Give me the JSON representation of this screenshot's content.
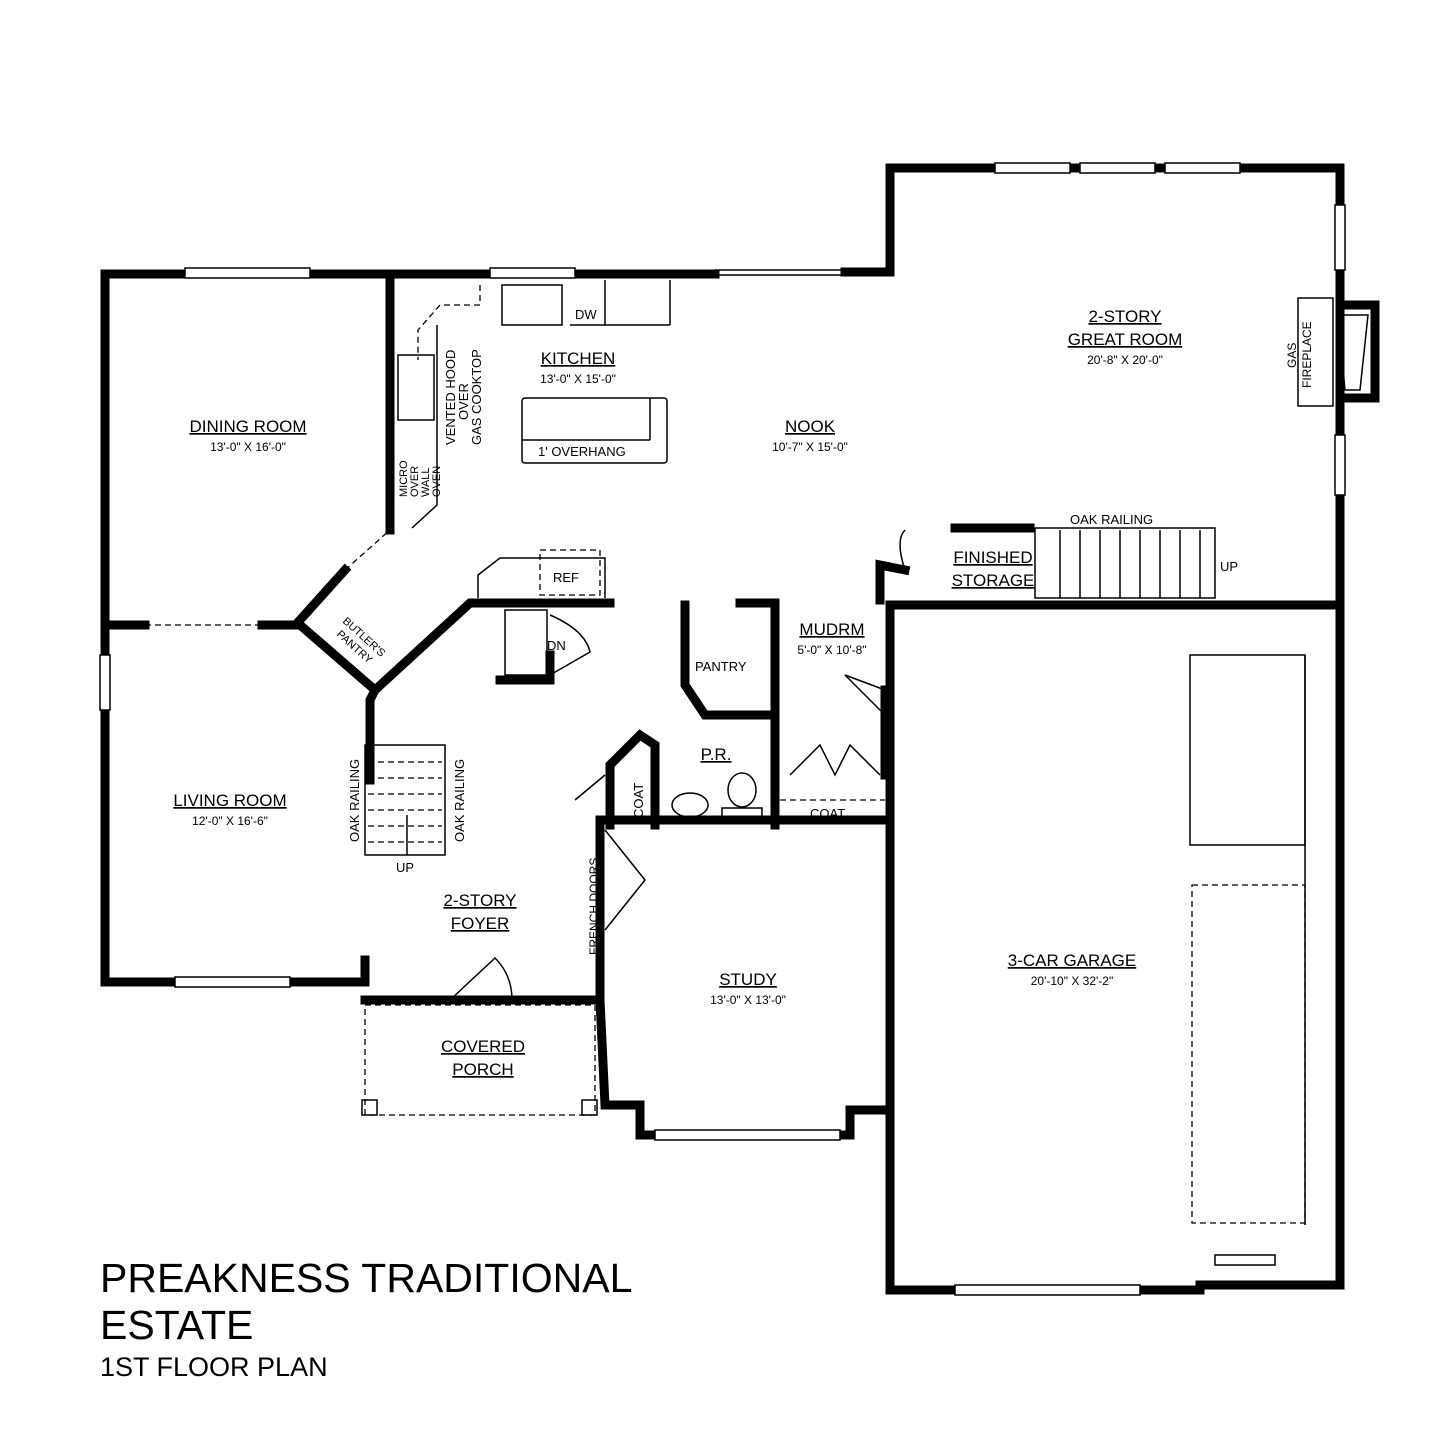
{
  "plan_title": {
    "line1": "PREAKNESS TRADITIONAL",
    "line2": "ESTATE",
    "subtitle": "1ST FLOOR PLAN"
  },
  "rooms": {
    "great_room": {
      "name1": "2-STORY",
      "name2": "GREAT ROOM",
      "dims": "20'-8\" X 20'-0\""
    },
    "kitchen": {
      "name": "KITCHEN",
      "dims": "13'-0\" X 15'-0\""
    },
    "nook": {
      "name": "NOOK",
      "dims": "10'-7\" X 15'-0\""
    },
    "dining": {
      "name": "DINING ROOM",
      "dims": "13'-0\" X 16'-0\""
    },
    "living": {
      "name": "LIVING ROOM",
      "dims": "12'-0\" X 16'-6\""
    },
    "mudroom": {
      "name": "MUDRM",
      "dims": "5'-0\" X 10'-8\""
    },
    "foyer": {
      "name1": "2-STORY",
      "name2": "FOYER"
    },
    "study": {
      "name": "STUDY",
      "dims": "13'-0\" X 13'-0\""
    },
    "garage": {
      "name": "3-CAR GARAGE",
      "dims": "20'-10\" X 32'-2\""
    },
    "porch": {
      "name1": "COVERED",
      "name2": "PORCH"
    },
    "storage": {
      "name1": "FINISHED",
      "name2": "STORAGE"
    },
    "powder": {
      "name": "P.R."
    },
    "pantry": {
      "name": "PANTRY"
    }
  },
  "fixtures": {
    "dw": "DW",
    "ref": "REF",
    "overhang": "1' OVERHANG",
    "hood1": "VENTED HOOD",
    "hood2": "OVER",
    "hood3": "GAS COOKTOP",
    "micro1": "MICRO",
    "micro2": "OVER",
    "micro3": "WALL",
    "micro4": "OVEN",
    "butler1": "BUTLER'S",
    "butler2": "PANTRY",
    "dn": "DN",
    "up": "UP",
    "up2": "UP",
    "oak_railing": "OAK RAILING",
    "oak_railing_l": "OAK RAILING",
    "oak_railing_r": "OAK RAILING",
    "coat1": "COAT",
    "coat2": "COAT",
    "french_doors": "FRENCH DOORS",
    "gas": "GAS",
    "fireplace": "FIREPLACE"
  }
}
